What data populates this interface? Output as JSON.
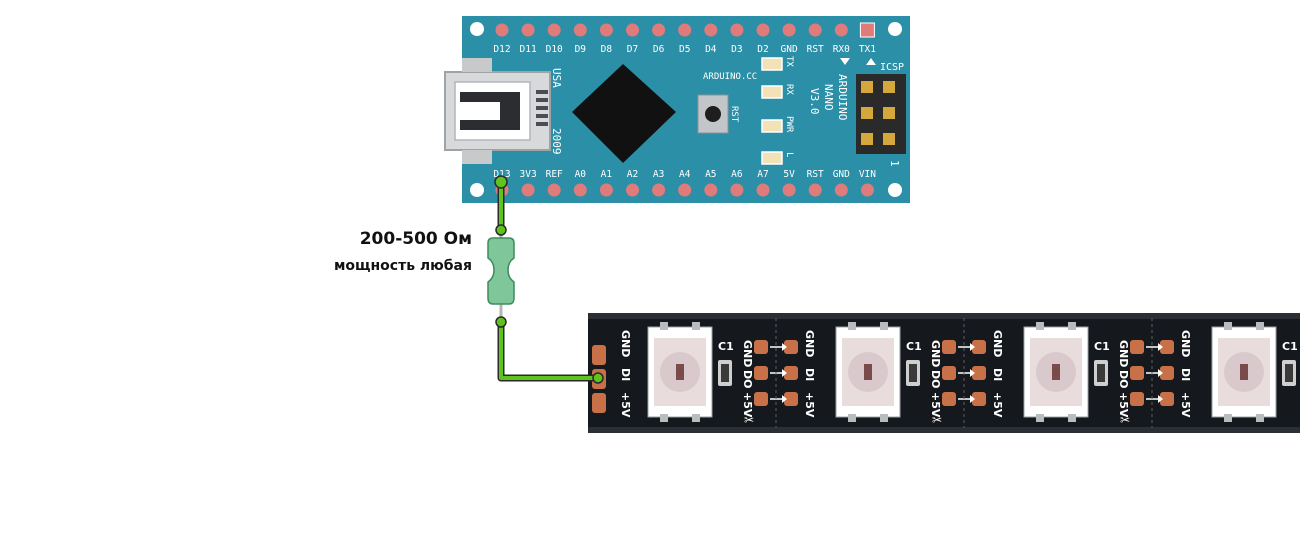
{
  "arduino": {
    "top_pins": [
      "D12",
      "D11",
      "D10",
      "D9",
      "D8",
      "D7",
      "D6",
      "D5",
      "D4",
      "D3",
      "D2",
      "GND",
      "RST",
      "RX0",
      "TX1"
    ],
    "bottom_pins": [
      "D13",
      "3V3",
      "REF",
      "A0",
      "A1",
      "A2",
      "A3",
      "A4",
      "A5",
      "A6",
      "A7",
      "5V",
      "RST",
      "GND",
      "VIN"
    ],
    "usa_text": "USA",
    "year_text": "2009",
    "site_text": "ARDUINO.CC",
    "model_lines": [
      "ARDUINO",
      "NANO",
      "V3.0"
    ],
    "rst_label": "RST",
    "led_labels": [
      "TX",
      "RX",
      "PWR",
      "L"
    ],
    "icsp_label": "ICSP",
    "icsp_pin1": "1",
    "board_color": "#2b8fa8",
    "pin_color": "#e07b7b"
  },
  "resistor": {
    "value_label": "200-500 Ом",
    "power_label": "мощность любая",
    "body_color": "#7fc79a"
  },
  "wire": {
    "color": "#5fc31e"
  },
  "strip": {
    "pad_labels": [
      "GND",
      "DI",
      "+5V"
    ],
    "out_pad_labels": [
      "GND",
      "DO",
      "+5V"
    ],
    "cap_label": "C1",
    "segment_count": 4,
    "pcb_color": "#15181d",
    "pad_color": "#c87048"
  }
}
